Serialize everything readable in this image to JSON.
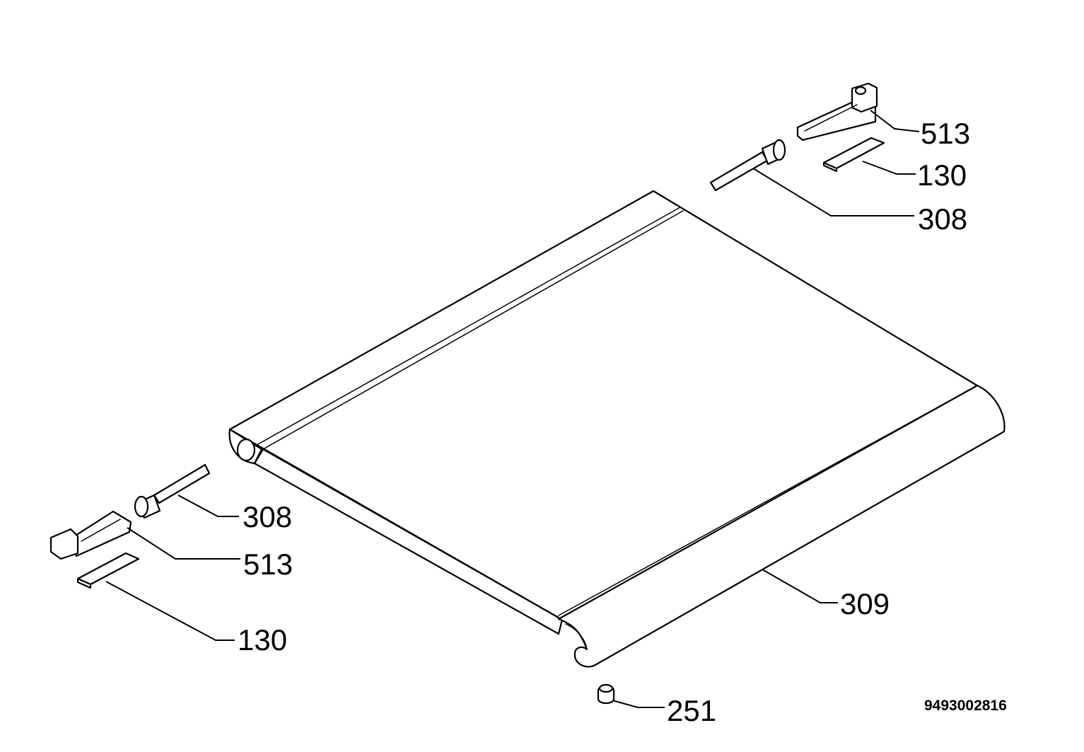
{
  "callouts": {
    "bracket_right": "513",
    "plate_right": "130",
    "bolt_right": "308",
    "bolt_left": "308",
    "bracket_left": "513",
    "plate_left": "130",
    "lid": "309",
    "foot": "251"
  },
  "document_number": "9493002816"
}
